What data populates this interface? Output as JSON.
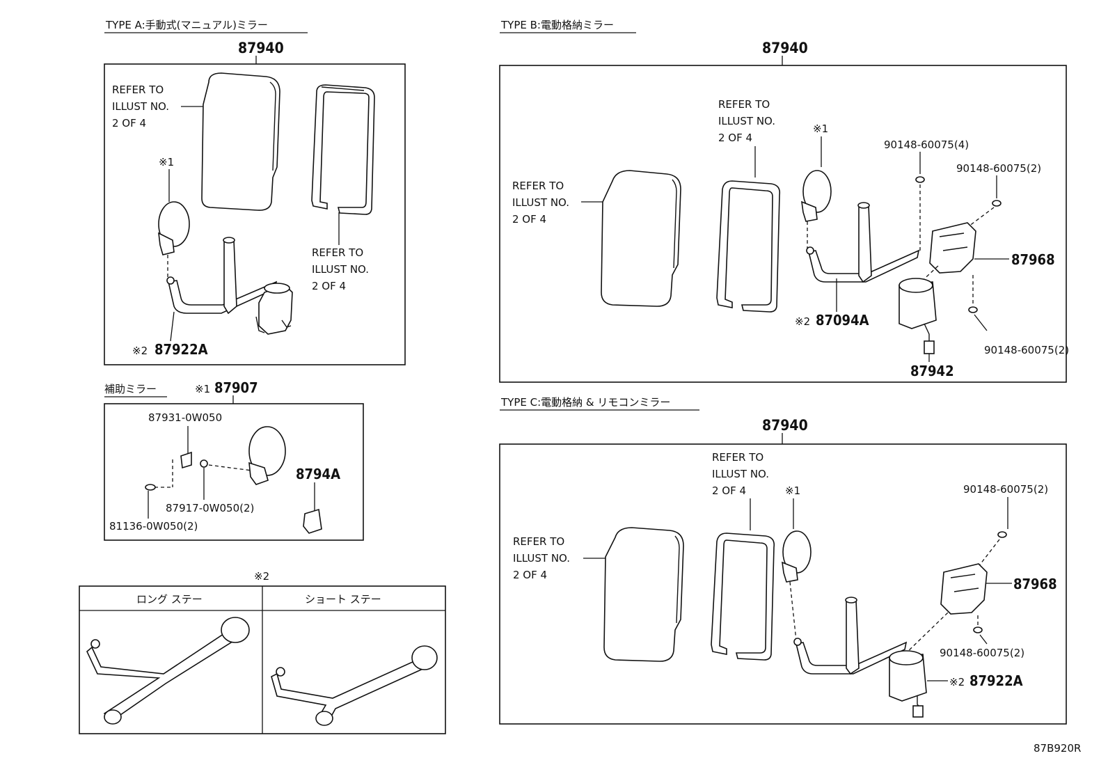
{
  "headers": {
    "type_a": "TYPE A:手動式(マニュアル)ミラー",
    "type_b": "TYPE B:電動格納ミラー",
    "type_c": "TYPE C:電動格納 & リモコンミラー",
    "aux": "補助ミラー",
    "note2": "※2",
    "long_stay": "ロング ステー",
    "short_stay": "ショート ステー"
  },
  "refer": {
    "line1": "REFER TO",
    "line2": "ILLUST NO.",
    "line3": "2 OF 4"
  },
  "marks": {
    "x1": "※1",
    "x2": "※2"
  },
  "parts": {
    "p87940": "87940",
    "p87922A": "87922A",
    "p87907": "87907",
    "p87931": "87931-0W050",
    "p87917": "87917-0W050(2)",
    "p81136": "81136-0W050(2)",
    "p8794A": "8794A",
    "p87094A": "87094A",
    "p87968": "87968",
    "p87942": "87942",
    "p90148_4": "90148-60075(4)",
    "p90148_2": "90148-60075(2)"
  },
  "footer": {
    "code": "87B920R"
  }
}
